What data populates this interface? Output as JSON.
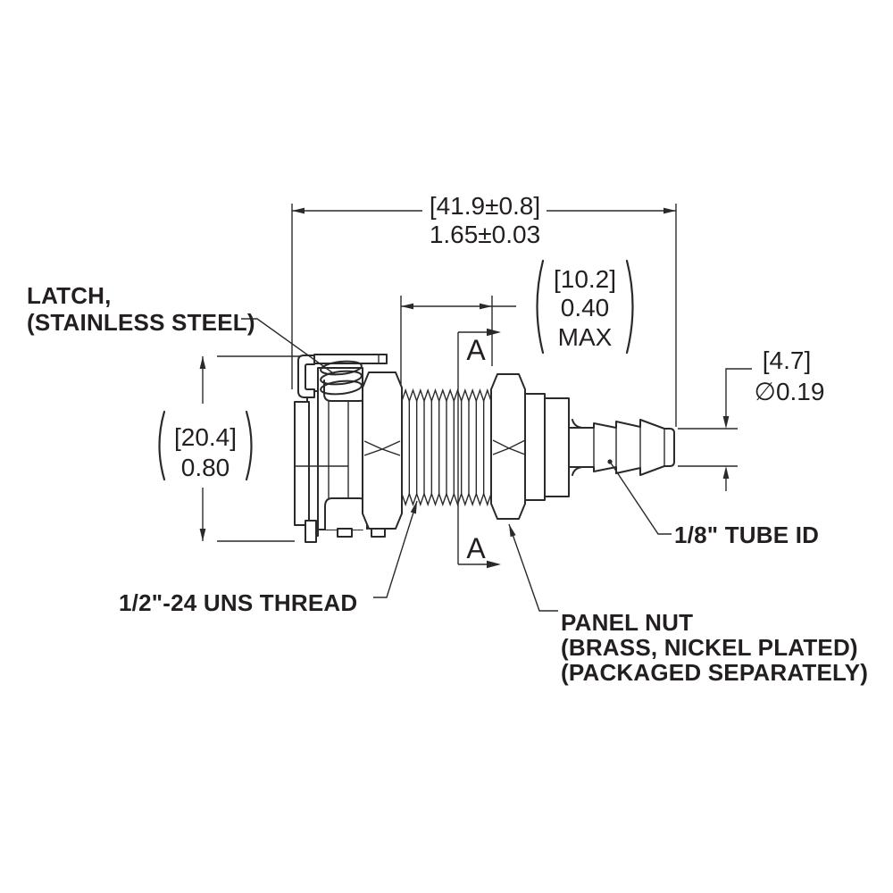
{
  "drawing": {
    "colors": {
      "line": "#2a2a2a",
      "text": "#231f20",
      "background": "#ffffff"
    },
    "section_label": "A",
    "dimensions": {
      "overall_length": {
        "metric": "[41.9±0.8]",
        "inch": "1.65±0.03"
      },
      "max_panel_thickness": {
        "metric": "[10.2]",
        "inch": "0.40",
        "qualifier": "MAX"
      },
      "body_height": {
        "metric": "[20.4]",
        "inch": "0.80"
      },
      "tube_od": {
        "metric": "[4.7]",
        "inch": "∅0.19"
      }
    },
    "labels": {
      "latch_line1": "LATCH,",
      "latch_line2": "(STAINLESS STEEL)",
      "thread": "1/2\"-24 UNS THREAD",
      "panel_nut_line1": "PANEL NUT",
      "panel_nut_line2": "(BRASS, NICKEL PLATED)",
      "panel_nut_line3": "(PACKAGED SEPARATELY)",
      "tube_id": "1/8\" TUBE ID"
    }
  }
}
